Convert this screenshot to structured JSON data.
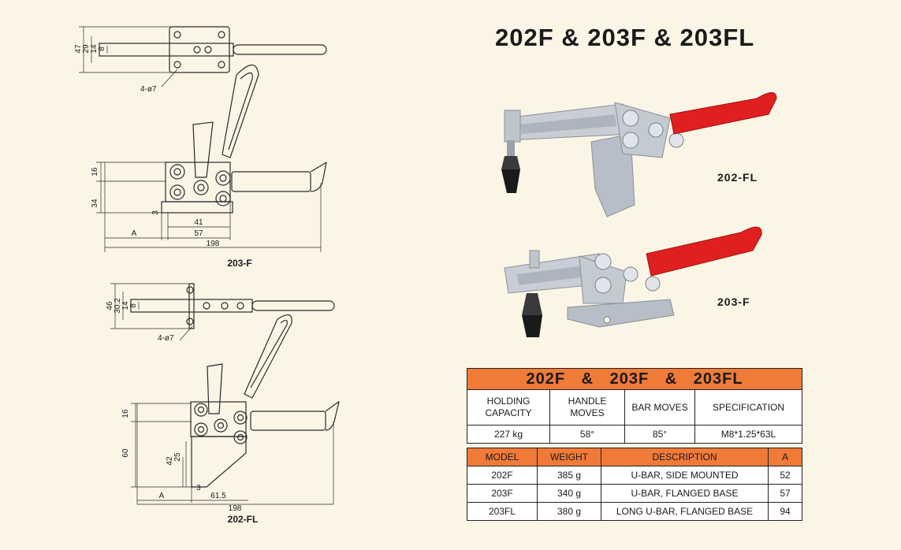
{
  "title": "202F & 203F & 203FL",
  "drawings": {
    "top": {
      "caption": "203-F",
      "dims_side": [
        "47",
        "29",
        "14",
        "8"
      ],
      "holes": "4-ø7",
      "dims_left": [
        "16",
        "34"
      ],
      "dim_3": "3",
      "dim_41": "41",
      "dim_57": "57",
      "dim_a": "A",
      "dim_198": "198"
    },
    "bottom": {
      "caption": "202-FL",
      "dims_side": [
        "46",
        "30.2",
        "14",
        "8"
      ],
      "holes": "4-ø7",
      "dims_left": [
        "16",
        "60"
      ],
      "dim_42": "42",
      "dim_25": "25",
      "dim_3": "3",
      "dim_a": "A",
      "dim_615": "61.5",
      "dim_198": "198"
    }
  },
  "photos": [
    {
      "label": "202-FL"
    },
    {
      "label": "203-F"
    }
  ],
  "spec_table": {
    "header": "202F & 203F & 203FL",
    "labels": [
      "HOLDING CAPACITY",
      "HANDLE MOVES",
      "BAR MOVES",
      "SPECIFICATION"
    ],
    "values": [
      "227 kg",
      "58°",
      "85°",
      "M8*1.25*63L"
    ]
  },
  "model_table": {
    "headers": [
      "MODEL",
      "WEIGHT",
      "DESCRIPTION",
      "A"
    ],
    "rows": [
      [
        "202F",
        "385 g",
        "U-BAR, SIDE MOUNTED",
        "52"
      ],
      [
        "203F",
        "340 g",
        "U-BAR, FLANGED BASE",
        "57"
      ],
      [
        "203FL",
        "380 g",
        "LONG U-BAR, FLANGED BASE",
        "94"
      ]
    ]
  },
  "colors": {
    "background": "#fbf5e6",
    "table_header": "#f07a38",
    "handle_grip": "#e02020",
    "steel": "#c9ced6"
  }
}
